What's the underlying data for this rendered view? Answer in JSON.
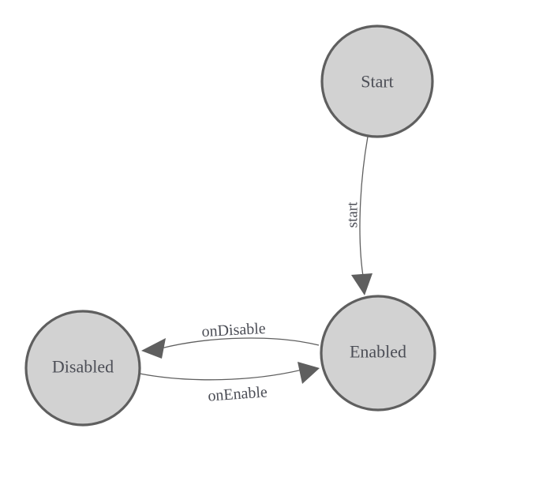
{
  "diagram": {
    "type": "state-machine",
    "background": "#ffffff",
    "node_fill": "#d2d2d2",
    "node_stroke": "#5f5f5f",
    "edge_color": "#5f5f5f",
    "label_color": "#4c4e56",
    "nodes": [
      {
        "id": "start",
        "label": "Start"
      },
      {
        "id": "enabled",
        "label": "Enabled"
      },
      {
        "id": "disabled",
        "label": "Disabled"
      }
    ],
    "edges": [
      {
        "id": "start-to-enabled",
        "label": "start",
        "from": "Start",
        "to": "Enabled"
      },
      {
        "id": "enabled-to-disabled",
        "label": "onDisable",
        "from": "Enabled",
        "to": "Disabled"
      },
      {
        "id": "disabled-to-enabled",
        "label": "onEnable",
        "from": "Disabled",
        "to": "Enabled"
      }
    ]
  }
}
